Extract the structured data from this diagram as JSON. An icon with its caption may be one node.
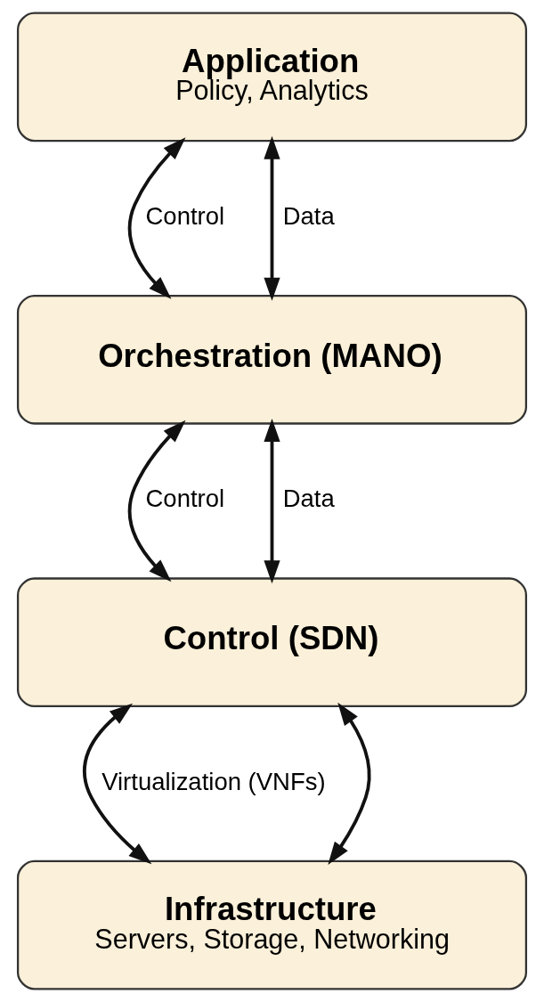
{
  "diagram": {
    "nodes": [
      {
        "text": [
          "Application",
          "Policy, Analytics"
        ]
      },
      {
        "text": [
          "Orchestration (MANO)"
        ]
      },
      {
        "text": [
          "Control (SDN)"
        ]
      },
      {
        "text": [
          "Infrastructure",
          "Servers, Storage, Networking"
        ]
      }
    ],
    "edges": [
      {
        "from": 0,
        "to": 1,
        "arrow": "both",
        "label": "Control"
      },
      {
        "from": 0,
        "to": 1,
        "arrow": "both",
        "label": "Data"
      },
      {
        "from": 1,
        "to": 2,
        "arrow": "both",
        "label": "Control"
      },
      {
        "from": 1,
        "to": 2,
        "arrow": "both",
        "label": "Data"
      },
      {
        "from": 2,
        "to": 3,
        "arrow": "both",
        "label": "Virtualization (VNFs)"
      },
      {
        "from": 2,
        "to": 3,
        "arrow": "both"
      }
    ]
  }
}
